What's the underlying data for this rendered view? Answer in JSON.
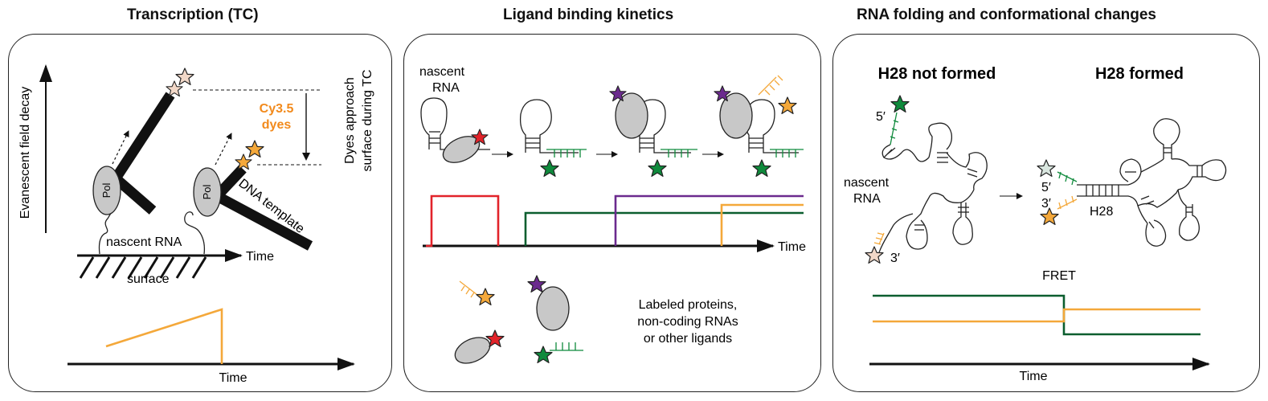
{
  "colors": {
    "red": "#e2232a",
    "green": "#0f8a3c",
    "dark_green": "#0b5e2f",
    "purple": "#6b2a8e",
    "orange": "#f4a83a",
    "cy35_text": "#f28a1c",
    "gray_protein": "#c8c8c8",
    "pale_star": "#f2d8c8",
    "pale_green_star": "#d9e6df"
  },
  "panel1": {
    "title": "Transcription (TC)",
    "y_axis_label": "Evanescent field decay",
    "pol_label": "Pol",
    "cy35_label_line1": "Cy3.5",
    "cy35_label_line2": "dyes",
    "dyes_approach_line1": "Dyes approach",
    "dyes_approach_line2": "surface during TC",
    "dna_template_label": "DNA template",
    "nascent_rna_label": "nascent RNA",
    "time_label_top": "Time",
    "surface_label": "surface",
    "time_label_bottom": "Time"
  },
  "panel2": {
    "title": "Ligand binding kinetics",
    "nascent_label_line1": "nascent",
    "nascent_label_line2": "RNA",
    "time_label": "Time",
    "ligands_line1": "Labeled proteins,",
    "ligands_line2": "non-coding RNAs",
    "ligands_line3": "or other ligands"
  },
  "panel3": {
    "title": "RNA folding and conformational changes",
    "h28_not_formed": "H28 not formed",
    "h28_formed": "H28 formed",
    "five_prime_left": "5′",
    "three_prime_left": "3′",
    "nascent_line1": "nascent",
    "nascent_line2": "RNA",
    "five_prime_right": "5′",
    "three_prime_right": "3′",
    "h28_label": "H28",
    "fret_label": "FRET",
    "time_label": "Time"
  }
}
